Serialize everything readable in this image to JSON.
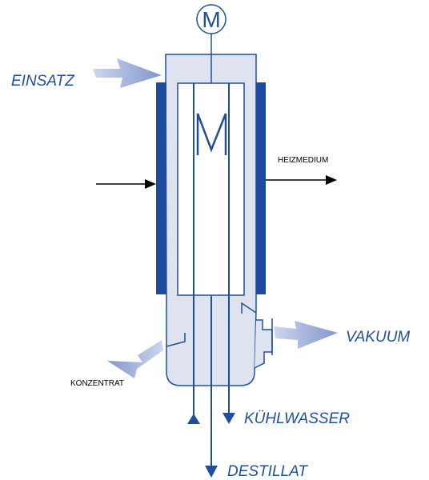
{
  "motor_symbol": "M",
  "labels": {
    "einsatz": "EINSATZ",
    "heizmedium": "HEIZMEDIUM",
    "vakuum": "VAKUUM",
    "konzentrat": "KONZENTRAT",
    "kuehlwasser": "KÜHLWASSER",
    "destillat": "DESTILLAT"
  },
  "colors": {
    "line": "#1f4f9c",
    "jacket": "#1e4aa0",
    "vessel_fill": "#dfe3ef",
    "arrow_fill": "#8fa2d2"
  }
}
